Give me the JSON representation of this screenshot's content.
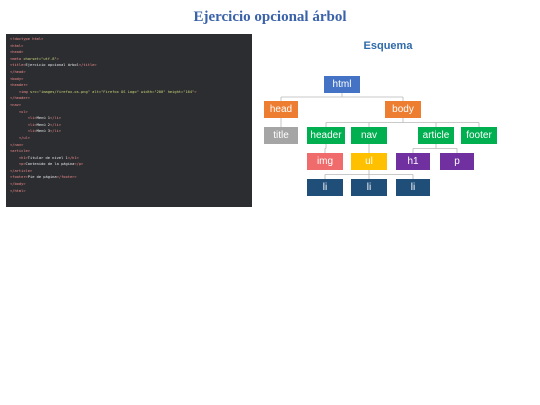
{
  "slide": {
    "title": "Ejercicio opcional árbol"
  },
  "code": {
    "lines": [
      [
        {
          "t": "<!doctype html>",
          "c": "tag"
        }
      ],
      [
        {
          "t": "<html>",
          "c": "tag"
        }
      ],
      [
        {
          "t": "<head>",
          "c": "tag"
        }
      ],
      [
        {
          "t": "<meta ",
          "c": "tag"
        },
        {
          "t": "charset",
          "c": "attr"
        },
        {
          "t": "=\"utf-8\"",
          "c": "str"
        },
        {
          "t": ">",
          "c": "tag"
        }
      ],
      [
        {
          "t": "<title>",
          "c": "tag"
        },
        {
          "t": "Ejercicio opcional árbol",
          "c": "txt"
        },
        {
          "t": "</title>",
          "c": "tag"
        }
      ],
      [
        {
          "t": "</head>",
          "c": "tag"
        }
      ],
      [
        {
          "t": "<body>",
          "c": "tag"
        }
      ],
      [
        {
          "t": "<header>",
          "c": "tag"
        }
      ],
      [
        {
          "t": "    <img ",
          "c": "tag"
        },
        {
          "t": "src",
          "c": "attr"
        },
        {
          "t": "=\"images/firefox-os.png\" ",
          "c": "str"
        },
        {
          "t": "alt",
          "c": "attr"
        },
        {
          "t": "=\"Firefox OS Logo\" ",
          "c": "str"
        },
        {
          "t": "width",
          "c": "attr"
        },
        {
          "t": "=\"200\" ",
          "c": "str"
        },
        {
          "t": "height",
          "c": "attr"
        },
        {
          "t": "=\"164\"",
          "c": "str"
        },
        {
          "t": ">",
          "c": "tag"
        }
      ],
      [
        {
          "t": "</header>",
          "c": "tag"
        }
      ],
      [
        {
          "t": "<nav>",
          "c": "tag"
        }
      ],
      [
        {
          "t": "    <ul>",
          "c": "tag"
        }
      ],
      [
        {
          "t": "        <li>",
          "c": "tag"
        },
        {
          "t": "Menú 1",
          "c": "txt"
        },
        {
          "t": "</li>",
          "c": "tag"
        }
      ],
      [
        {
          "t": "        <li>",
          "c": "tag"
        },
        {
          "t": "Menú 2",
          "c": "txt"
        },
        {
          "t": "</li>",
          "c": "tag"
        }
      ],
      [
        {
          "t": "        <li>",
          "c": "tag"
        },
        {
          "t": "Menú 3",
          "c": "txt"
        },
        {
          "t": "</li>",
          "c": "tag"
        }
      ],
      [
        {
          "t": "    </ul>",
          "c": "tag"
        }
      ],
      [
        {
          "t": "</nav>",
          "c": "tag"
        }
      ],
      [
        {
          "t": "<article>",
          "c": "tag"
        }
      ],
      [
        {
          "t": "    <h1>",
          "c": "tag"
        },
        {
          "t": "Titular de nivel 1",
          "c": "txt"
        },
        {
          "t": "</h1>",
          "c": "tag"
        }
      ],
      [
        {
          "t": "    <p>",
          "c": "tag"
        },
        {
          "t": "Contenido de la página",
          "c": "txt"
        },
        {
          "t": "</p>",
          "c": "tag"
        }
      ],
      [
        {
          "t": "</article>",
          "c": "tag"
        }
      ],
      [
        {
          "t": "<footer>",
          "c": "tag"
        },
        {
          "t": "Pie de página",
          "c": "txt"
        },
        {
          "t": "</footer>",
          "c": "tag"
        }
      ],
      [
        {
          "t": "</body>",
          "c": "tag"
        }
      ],
      [
        {
          "t": "</html>",
          "c": "tag"
        }
      ]
    ]
  },
  "diagram": {
    "title": "Esquema",
    "nodes": [
      {
        "id": "html",
        "label": "html",
        "color": "#4472c4"
      },
      {
        "id": "head",
        "label": "head",
        "color": "#ed7d31"
      },
      {
        "id": "body",
        "label": "body",
        "color": "#ed7d31"
      },
      {
        "id": "title",
        "label": "title",
        "color": "#a5a5a5"
      },
      {
        "id": "header",
        "label": "header",
        "color": "#00b050"
      },
      {
        "id": "nav",
        "label": "nav",
        "color": "#00b050"
      },
      {
        "id": "article",
        "label": "article",
        "color": "#00b050"
      },
      {
        "id": "footer",
        "label": "footer",
        "color": "#00b050"
      },
      {
        "id": "img",
        "label": "img",
        "color": "#f06b6b"
      },
      {
        "id": "ul",
        "label": "ul",
        "color": "#ffc000"
      },
      {
        "id": "h1",
        "label": "h1",
        "color": "#7030a0"
      },
      {
        "id": "p",
        "label": "p",
        "color": "#7030a0"
      },
      {
        "id": "li1",
        "label": "li",
        "color": "#1f4e79"
      },
      {
        "id": "li2",
        "label": "li",
        "color": "#1f4e79"
      },
      {
        "id": "li3",
        "label": "li",
        "color": "#1f4e79"
      }
    ],
    "edges": [
      [
        "html",
        "head"
      ],
      [
        "html",
        "body"
      ],
      [
        "head",
        "title"
      ],
      [
        "body",
        "header"
      ],
      [
        "body",
        "nav"
      ],
      [
        "body",
        "article"
      ],
      [
        "body",
        "footer"
      ],
      [
        "header",
        "img"
      ],
      [
        "nav",
        "ul"
      ],
      [
        "article",
        "h1"
      ],
      [
        "article",
        "p"
      ],
      [
        "ul",
        "li1"
      ],
      [
        "ul",
        "li2"
      ],
      [
        "ul",
        "li3"
      ]
    ],
    "line_color": "#b8b8b8"
  }
}
